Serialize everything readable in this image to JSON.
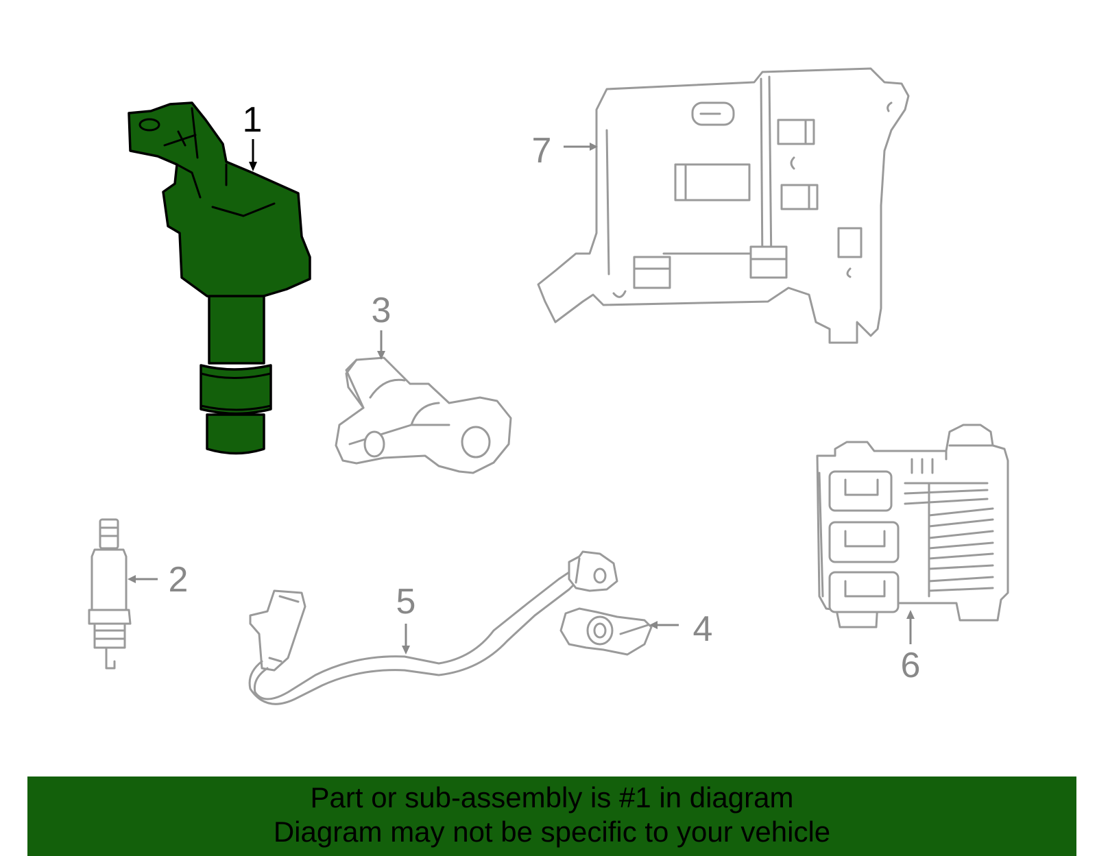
{
  "diagram": {
    "highlight_color": "#13600b",
    "parts": [
      {
        "number": "1",
        "name": "ignition-coil",
        "highlighted": true
      },
      {
        "number": "2",
        "name": "spark-plug",
        "highlighted": false
      },
      {
        "number": "3",
        "name": "camshaft-position-sensor",
        "highlighted": false
      },
      {
        "number": "4",
        "name": "crankshaft-position-sensor",
        "highlighted": false
      },
      {
        "number": "5",
        "name": "oxygen-sensor",
        "highlighted": false
      },
      {
        "number": "6",
        "name": "engine-control-module",
        "highlighted": false
      },
      {
        "number": "7",
        "name": "ecm-bracket",
        "highlighted": false
      }
    ]
  },
  "banner": {
    "line1": "Part or sub-assembly is #1 in diagram",
    "line2": "Diagram may not be specific to your vehicle",
    "background": "#13600b"
  }
}
